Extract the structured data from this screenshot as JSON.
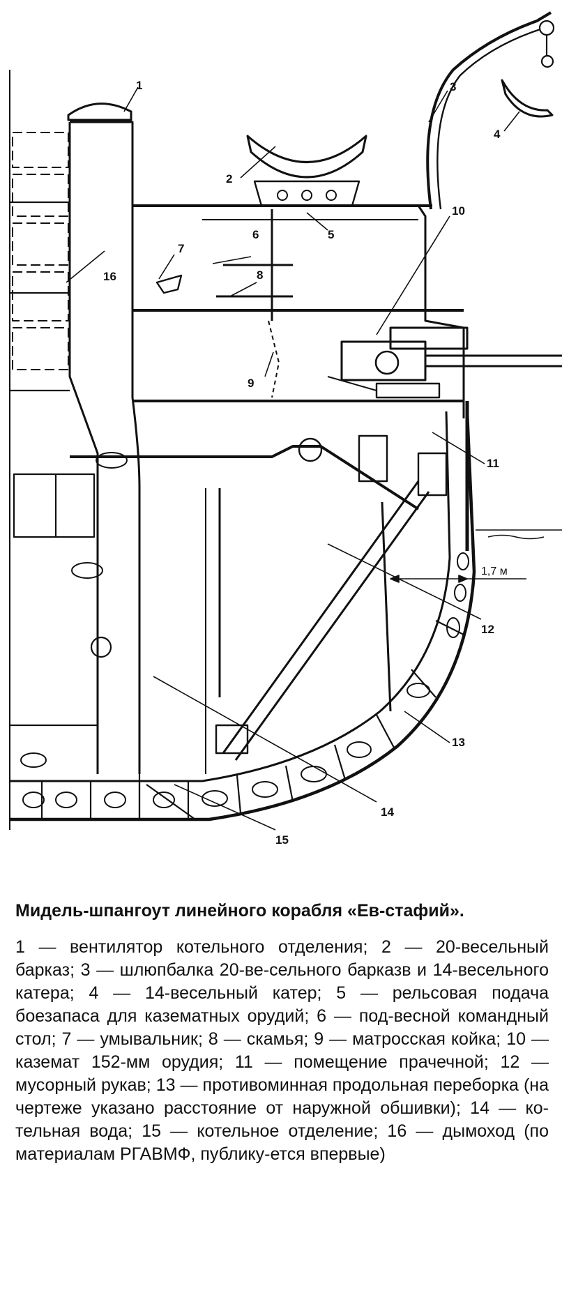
{
  "figure": {
    "callouts": [
      {
        "id": "1",
        "label": "1"
      },
      {
        "id": "2",
        "label": "2"
      },
      {
        "id": "3",
        "label": "3"
      },
      {
        "id": "4",
        "label": "4"
      },
      {
        "id": "5",
        "label": "5"
      },
      {
        "id": "6",
        "label": "6"
      },
      {
        "id": "7",
        "label": "7"
      },
      {
        "id": "8",
        "label": "8"
      },
      {
        "id": "9",
        "label": "9"
      },
      {
        "id": "10",
        "label": "10"
      },
      {
        "id": "11",
        "label": "11"
      },
      {
        "id": "12",
        "label": "12"
      },
      {
        "id": "13",
        "label": "13"
      },
      {
        "id": "14",
        "label": "14"
      },
      {
        "id": "15",
        "label": "15"
      },
      {
        "id": "16",
        "label": "16"
      }
    ],
    "dimension_label": "1,7 м"
  },
  "caption": {
    "title": "Мидель-шпангоут линейного корабля «Ев-стафий».",
    "text": "1 — вентилятор котельного отделения; 2 — 20-весельный барказ; 3 — шлюпбалка 20-ве-сельного барказв и 14-весельного катера; 4 — 14-весельный катер; 5 — рельсовая подача боезапаса для казематных орудий; 6 — под-весной командный стол; 7 — умывальник; 8 — скамья; 9 — матросская койка; 10 — каземат 152-мм орудия; 11 — помещение прачечной; 12 — мусорный рукав; 13 — противоминная продольная переборка (на чертеже указано расстояние от наружной обшивки); 14 — ко-тельная вода; 15 — котельное отделение; 16 — дымоход (по материалам РГАВМФ, публику-ется впервые)"
  }
}
